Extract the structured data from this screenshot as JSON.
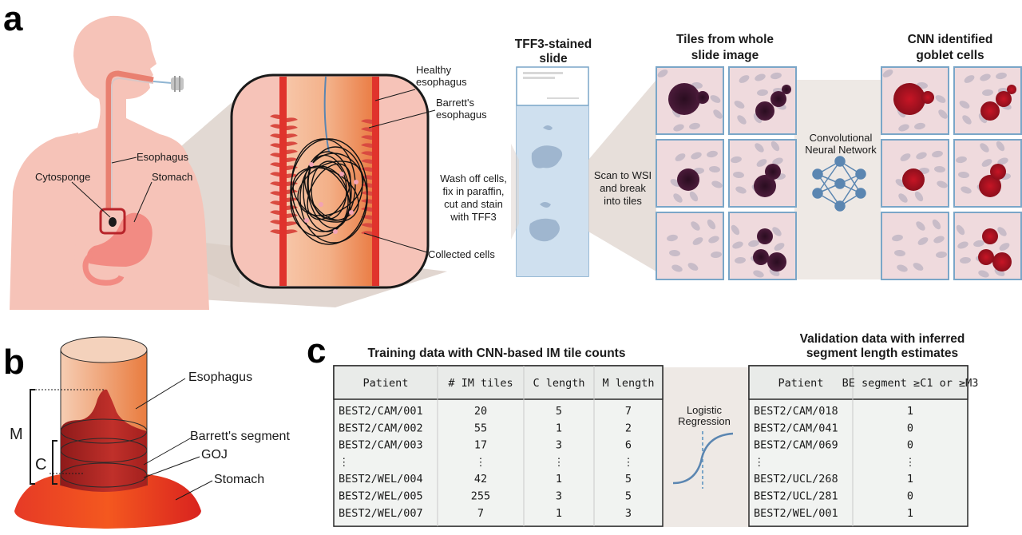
{
  "panels": {
    "a": "a",
    "b": "b",
    "c": "c"
  },
  "panel_a": {
    "body_labels": {
      "cytosponge": "Cytosponge",
      "esophagus": "Esophagus",
      "stomach": "Stomach"
    },
    "zoom_labels": {
      "healthy": [
        "Healthy",
        "esophagus"
      ],
      "barretts": [
        "Barrett's",
        "esophagus"
      ],
      "collected": "Collected cells"
    },
    "step1": [
      "Wash off cells,",
      "fix in paraffin,",
      "cut and stain",
      "with TFF3"
    ],
    "slide_title": [
      "TFF3-stained",
      "slide"
    ],
    "step2": [
      "Scan to WSI",
      "and break",
      "into tiles"
    ],
    "tiles_title": [
      "Tiles from whole",
      "slide image"
    ],
    "cnn_label": [
      "Convolutional",
      "Neural Network"
    ],
    "cnn_title": [
      "CNN identified",
      "goblet cells"
    ],
    "colors": {
      "skin": "#f6c3b8",
      "red": "#e0332c",
      "tile_border": "#7aa6c8",
      "network": "#5b86b1"
    }
  },
  "panel_b": {
    "labels": {
      "esophagus": "Esophagus",
      "segment": "Barrett's segment",
      "goj": "GOJ",
      "stomach": "Stomach",
      "m": "M",
      "c": "C"
    }
  },
  "panel_c": {
    "training": {
      "title": "Training data with CNN-based IM tile counts",
      "headers": [
        "Patient",
        "# IM tiles",
        "C length",
        "M length"
      ],
      "rows": [
        [
          "BEST2/CAM/001",
          "20",
          "5",
          "7"
        ],
        [
          "BEST2/CAM/002",
          "55",
          "1",
          "2"
        ],
        [
          "BEST2/CAM/003",
          "17",
          "3",
          "6"
        ],
        [
          "⋮",
          "⋮",
          "⋮",
          "⋮"
        ],
        [
          "BEST2/WEL/004",
          "42",
          "1",
          "5"
        ],
        [
          "BEST2/WEL/005",
          "255",
          "3",
          "5"
        ],
        [
          "BEST2/WEL/007",
          "7",
          "1",
          "3"
        ]
      ]
    },
    "regression_label": [
      "Logistic",
      "Regression"
    ],
    "validation": {
      "title": [
        "Validation data with inferred",
        "segment length estimates"
      ],
      "headers": [
        "Patient",
        "BE segment ≥C1 or ≥M3"
      ],
      "rows": [
        [
          "BEST2/CAM/018",
          "1"
        ],
        [
          "BEST2/CAM/041",
          "0"
        ],
        [
          "BEST2/CAM/069",
          "0"
        ],
        [
          "⋮",
          "⋮"
        ],
        [
          "BEST2/UCL/268",
          "1"
        ],
        [
          "BEST2/UCL/281",
          "0"
        ],
        [
          "BEST2/WEL/001",
          "1"
        ]
      ]
    }
  }
}
